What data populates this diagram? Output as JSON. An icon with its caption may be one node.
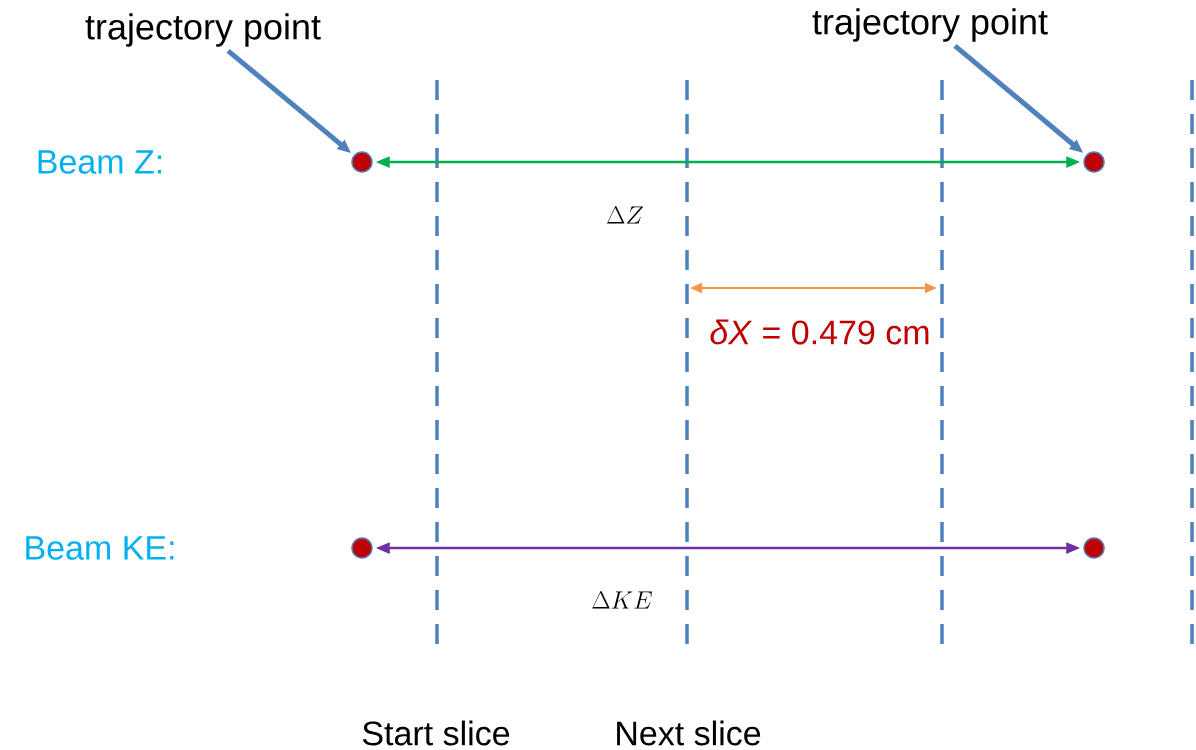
{
  "diagram": {
    "nodes": [
      {
        "text": [
          "trajectory point"
        ]
      },
      {
        "text": [
          "trajectory point"
        ]
      },
      {
        "text": [],
        "shape": "circle"
      },
      {
        "text": [],
        "shape": "circle"
      },
      {
        "text": [],
        "shape": "circle"
      },
      {
        "text": [],
        "shape": "circle"
      }
    ],
    "edges": [
      {
        "from": 0,
        "to": 2,
        "arrow": "to",
        "style": "thick",
        "color": "#4f81bd"
      },
      {
        "from": 1,
        "to": 3,
        "arrow": "to",
        "style": "thick",
        "color": "#4f81bd"
      },
      {
        "from": 2,
        "to": 3,
        "arrow": "both",
        "label": "\\Delta Z",
        "color": "#00b050"
      },
      {
        "from": 4,
        "to": 5,
        "arrow": "both",
        "label": "\\Delta KE",
        "color": "#7030a0"
      }
    ],
    "labels": [
      "Beam  Z:",
      "*δX* = 0.479 cm",
      "Beam KE:",
      "Start slice",
      "Next slice"
    ]
  }
}
